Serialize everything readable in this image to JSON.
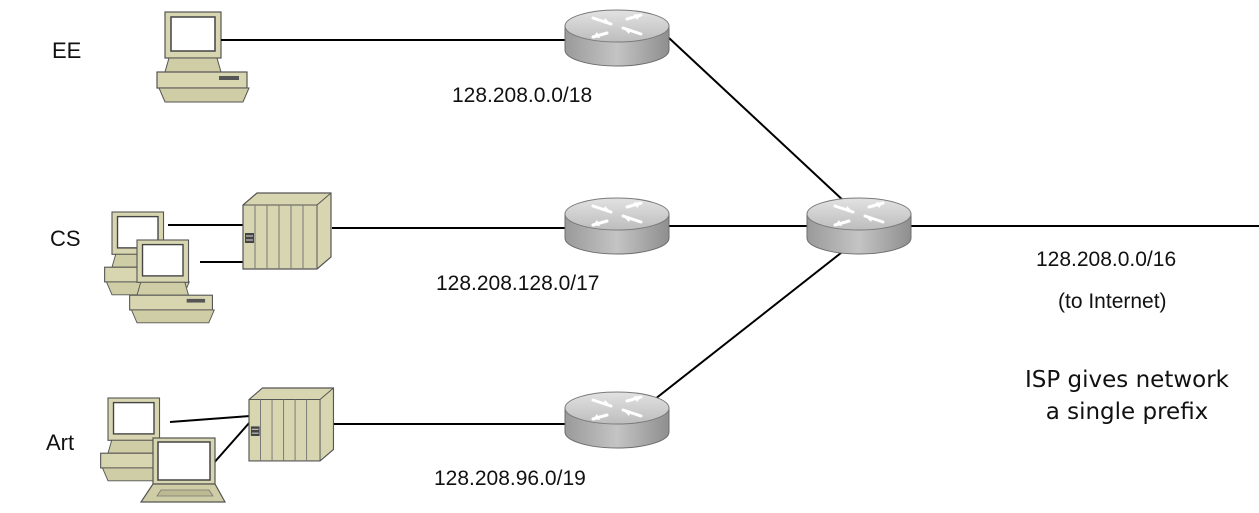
{
  "departments": {
    "ee": "EE",
    "cs": "CS",
    "art": "Art"
  },
  "networks": {
    "ee_prefix": "128.208.0.0/18",
    "cs_prefix": "128.208.128.0/17",
    "art_prefix": "128.208.96.0/19",
    "isp_prefix": "128.208.0.0/16",
    "isp_note": "(to Internet)"
  },
  "annotation": {
    "line1": "ISP gives network",
    "line2": "a single prefix"
  },
  "colors": {
    "router_body": "#b8b8b8",
    "router_top": "#d9d9d9",
    "device_beige": "#d8d6b0",
    "line": "#000000"
  },
  "icons": {
    "router": "router-icon",
    "desktop": "desktop-computer-icon",
    "laptop": "laptop-icon",
    "switch": "switch-icon"
  }
}
